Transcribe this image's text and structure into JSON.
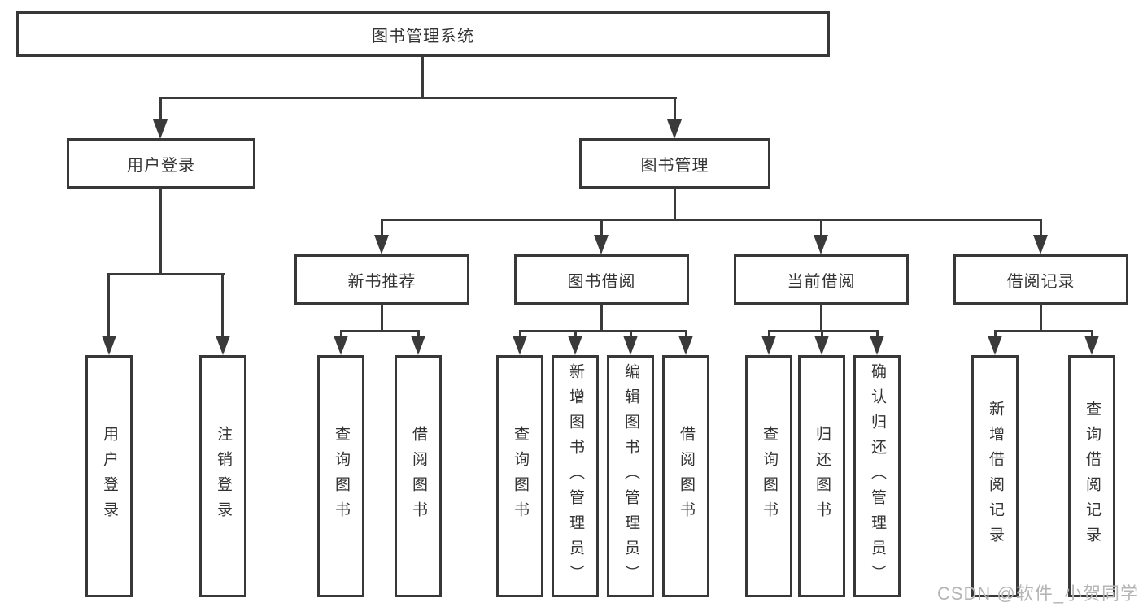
{
  "diagram_title": "图书管理系统",
  "tree": {
    "root": {
      "label": "图书管理系统",
      "children": [
        {
          "label": "用户登录",
          "children": [
            {
              "label": "用户登录"
            },
            {
              "label": "注销登录"
            }
          ]
        },
        {
          "label": "图书管理",
          "children": [
            {
              "label": "新书推荐",
              "children": [
                {
                  "label": "查询图书"
                },
                {
                  "label": "借阅图书"
                }
              ]
            },
            {
              "label": "图书借阅",
              "children": [
                {
                  "label": "查询图书"
                },
                {
                  "label": "新增图书（管理员）"
                },
                {
                  "label": "编辑图书（管理员）"
                },
                {
                  "label": "借阅图书"
                }
              ]
            },
            {
              "label": "当前借阅",
              "children": [
                {
                  "label": "查询图书"
                },
                {
                  "label": "归还图书"
                },
                {
                  "label": "确认归还（管理员）"
                }
              ]
            },
            {
              "label": "借阅记录",
              "children": [
                {
                  "label": "新增借阅记录"
                },
                {
                  "label": "查询借阅记录"
                }
              ]
            }
          ]
        }
      ]
    }
  },
  "watermark": {
    "text": "CSDN @软件_小贺同学"
  },
  "colors": {
    "line": "#3a3a3a",
    "box_border": "#383838",
    "box_background": "#ffffff",
    "watermark": "#b5b5b5"
  }
}
